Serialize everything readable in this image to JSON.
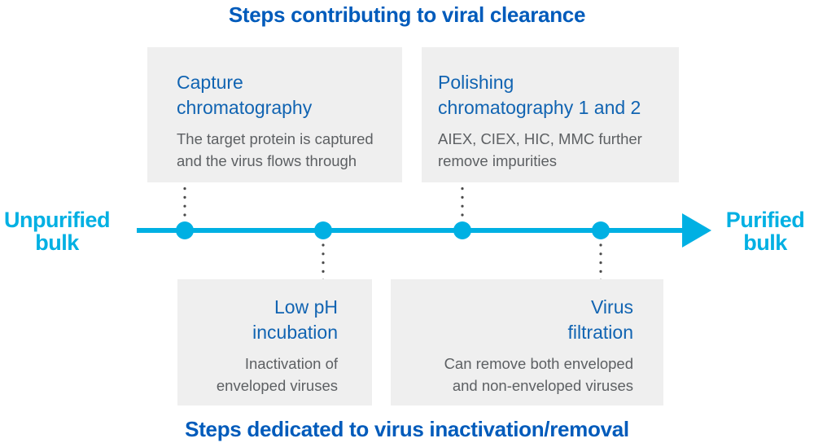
{
  "colors": {
    "cyan": "#00b0e3",
    "title-blue": "#005bbb",
    "heading-blue": "#1164b2",
    "body-gray": "#5d6063",
    "box-bg": "#efefef",
    "connector-gray": "#4a4a4a"
  },
  "titles": {
    "top": "Steps contributing to viral clearance",
    "bottom": "Steps dedicated to virus inactivation/removal"
  },
  "timeline": {
    "start_label": {
      "line1": "Unpurified",
      "line2": "bulk"
    },
    "end_label": {
      "line1": "Purified",
      "line2": "bulk"
    }
  },
  "steps": {
    "capture": {
      "heading_line1": "Capture",
      "heading_line2": "chromatography",
      "body_line1": "The target protein is captured",
      "body_line2": "and the virus flows through"
    },
    "polishing": {
      "heading_line1": "Polishing",
      "heading_line2": "chromatography 1 and 2",
      "body_line1": "AIEX, CIEX, HIC, MMC further",
      "body_line2": "remove impurities"
    },
    "low_ph": {
      "heading_line1": "Low pH",
      "heading_line2": "incubation",
      "body_line1": "Inactivation of",
      "body_line2": "enveloped viruses"
    },
    "virus_filtration": {
      "heading_line1": "Virus",
      "heading_line2": "filtration",
      "body_line1": "Can remove both enveloped",
      "body_line2": "and non-enveloped viruses"
    }
  }
}
